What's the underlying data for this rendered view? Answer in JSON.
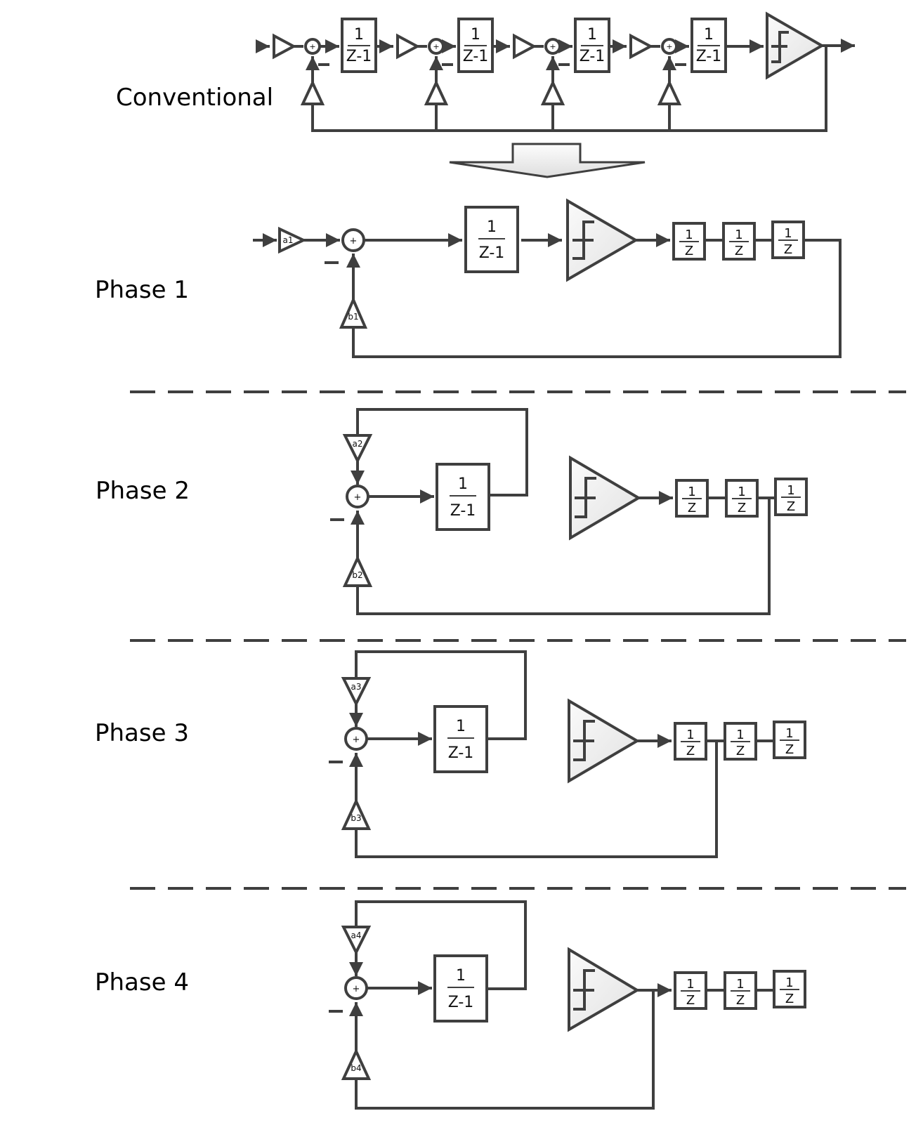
{
  "labels": {
    "conventional": "Conventional",
    "phase1": "Phase 1",
    "phase2": "Phase 2",
    "phase3": "Phase 3",
    "phase4": "Phase 4"
  },
  "symbols": {
    "integrator_num": "1",
    "integrator_den": "Z-1",
    "delay_num": "1",
    "delay_den": "Z",
    "plus": "+",
    "minus": "−"
  },
  "gains": {
    "a1": "a1",
    "b1": "b1",
    "a2": "a2",
    "b2": "b2",
    "a3": "a3",
    "b3": "b3",
    "a4": "a4",
    "b4": "b4"
  }
}
